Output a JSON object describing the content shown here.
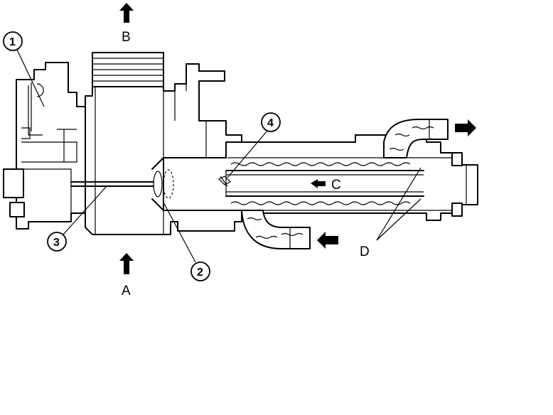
{
  "labels": {
    "A": "A",
    "B": "B",
    "C": "C",
    "D": "D"
  },
  "callouts": {
    "c1": "1",
    "c2": "2",
    "c3": "3",
    "c4": "4"
  },
  "icons": {
    "flow_arrow": "black-flow-arrow-icon"
  },
  "colors": {
    "line": "#000000",
    "background": "#ffffff"
  }
}
